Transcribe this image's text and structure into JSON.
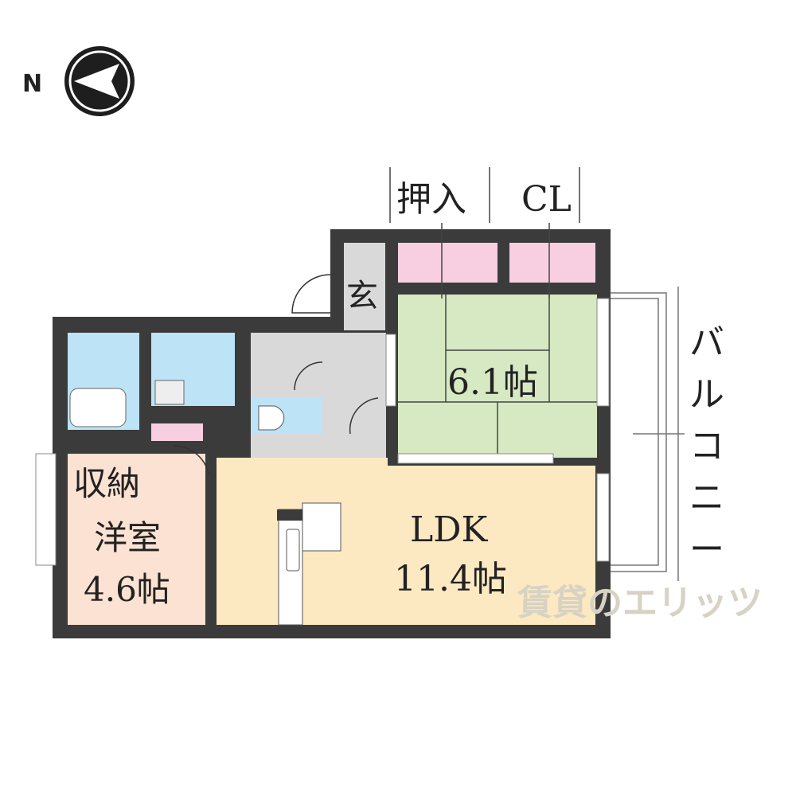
{
  "compass": {
    "label": "N",
    "icon": "north-arrow-icon"
  },
  "rooms": {
    "oshiire": "押入",
    "closet": "CL",
    "entrance": "玄",
    "japanese_room": "6.1帖",
    "storage": "収納",
    "western_room_name": "洋室",
    "western_room_size": "4.6帖",
    "ldk_name": "LDK",
    "ldk_size": "11.4帖"
  },
  "balcony": [
    "バ",
    "ル",
    "コ",
    "ニ",
    "ー"
  ],
  "watermark": "賃貸のエリッツ",
  "colors": {
    "wall": "#3b3b3b",
    "wet_area": "#bde3f6",
    "hall": "#d9d9d9",
    "tatami": "#d6e9c2",
    "closet": "#f7cfe1",
    "ldk": "#fce9c1",
    "western": "#fbe2d2"
  }
}
